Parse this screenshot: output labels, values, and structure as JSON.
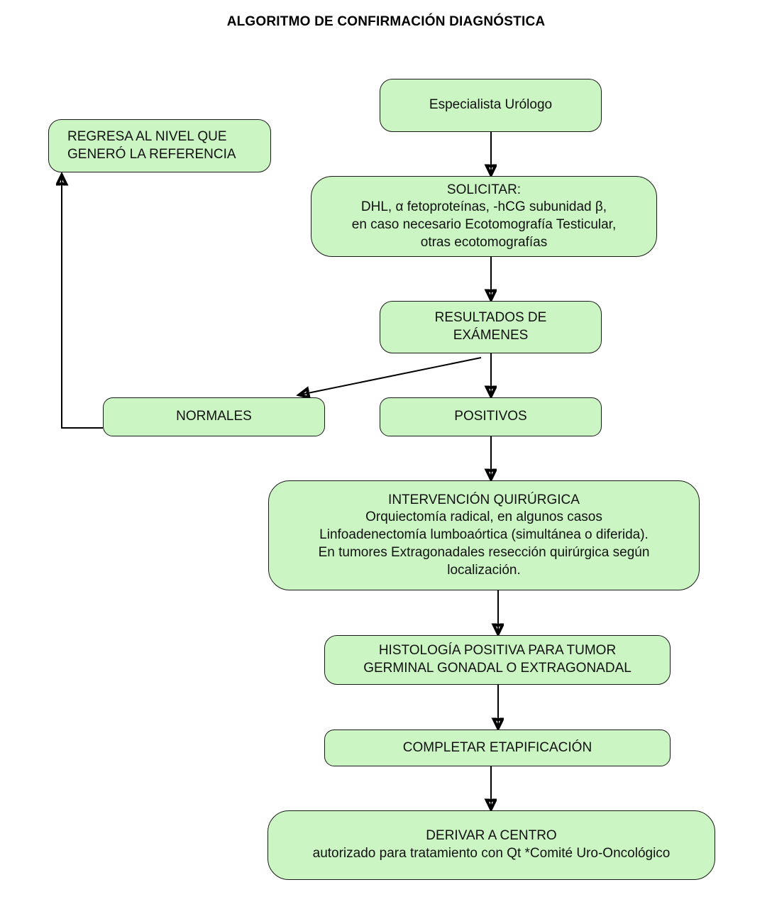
{
  "title": "ALGORITMO DE CONFIRMACIÓN DIAGNÓSTICA",
  "colors": {
    "node_fill": "#ccf5c4",
    "node_border": "#1a1a1a",
    "text": "#111111",
    "background": "#ffffff",
    "edge": "#000000"
  },
  "nodes": {
    "especialista": {
      "lines": [
        "Especialista Urólogo"
      ]
    },
    "regresa": {
      "lines": [
        "REGRESA AL NIVEL QUE",
        "GENERÓ LA REFERENCIA"
      ]
    },
    "solicitar": {
      "lines": [
        "SOLICITAR:",
        "DHL, α fetoproteínas, -hCG subunidad β,",
        "en caso necesario Ecotomografía Testicular,",
        "otras ecotomografías"
      ]
    },
    "resultados": {
      "lines": [
        "RESULTADOS DE",
        "EXÁMENES"
      ]
    },
    "normales": {
      "lines": [
        "NORMALES"
      ]
    },
    "positivos": {
      "lines": [
        "POSITIVOS"
      ]
    },
    "intervencion": {
      "lines": [
        "INTERVENCIÓN QUIRÚRGICA",
        "Orquiectomía radical, en algunos casos",
        "Linfoadenectomía lumboaórtica (simultánea o diferida).",
        "En tumores Extragonadales resección quirúrgica según",
        "localización."
      ]
    },
    "histologia": {
      "lines": [
        "HISTOLOGÍA POSITIVA PARA TUMOR",
        "GERMINAL GONADAL O EXTRAGONADAL"
      ]
    },
    "etapificacion": {
      "lines": [
        "COMPLETAR ETAPIFICACIÓN"
      ]
    },
    "derivar": {
      "lines": [
        "DERIVAR A CENTRO",
        "autorizado para tratamiento con Qt *Comité Uro-Oncológico"
      ]
    }
  },
  "edges": [
    {
      "name": "especialista-to-solicitar",
      "from": "especialista",
      "to": "solicitar",
      "style": "straight-down-arrow"
    },
    {
      "name": "solicitar-to-resultados",
      "from": "solicitar",
      "to": "resultados",
      "style": "straight-down-arrow"
    },
    {
      "name": "resultados-to-normales",
      "from": "resultados",
      "to": "normales",
      "style": "diagonal-down-left-arrow"
    },
    {
      "name": "resultados-to-positivos",
      "from": "resultados",
      "to": "positivos",
      "style": "straight-down-arrow"
    },
    {
      "name": "normales-to-regresa",
      "from": "normales",
      "to": "regresa",
      "style": "left-then-up-arrow"
    },
    {
      "name": "positivos-to-intervencion",
      "from": "positivos",
      "to": "intervencion",
      "style": "straight-down-arrow"
    },
    {
      "name": "intervencion-to-histologia",
      "from": "intervencion",
      "to": "histologia",
      "style": "straight-down-arrow"
    },
    {
      "name": "histologia-to-etapificacion",
      "from": "histologia",
      "to": "etapificacion",
      "style": "straight-down-arrow"
    },
    {
      "name": "etapificacion-to-derivar",
      "from": "etapificacion",
      "to": "derivar",
      "style": "straight-down-arrow"
    }
  ]
}
